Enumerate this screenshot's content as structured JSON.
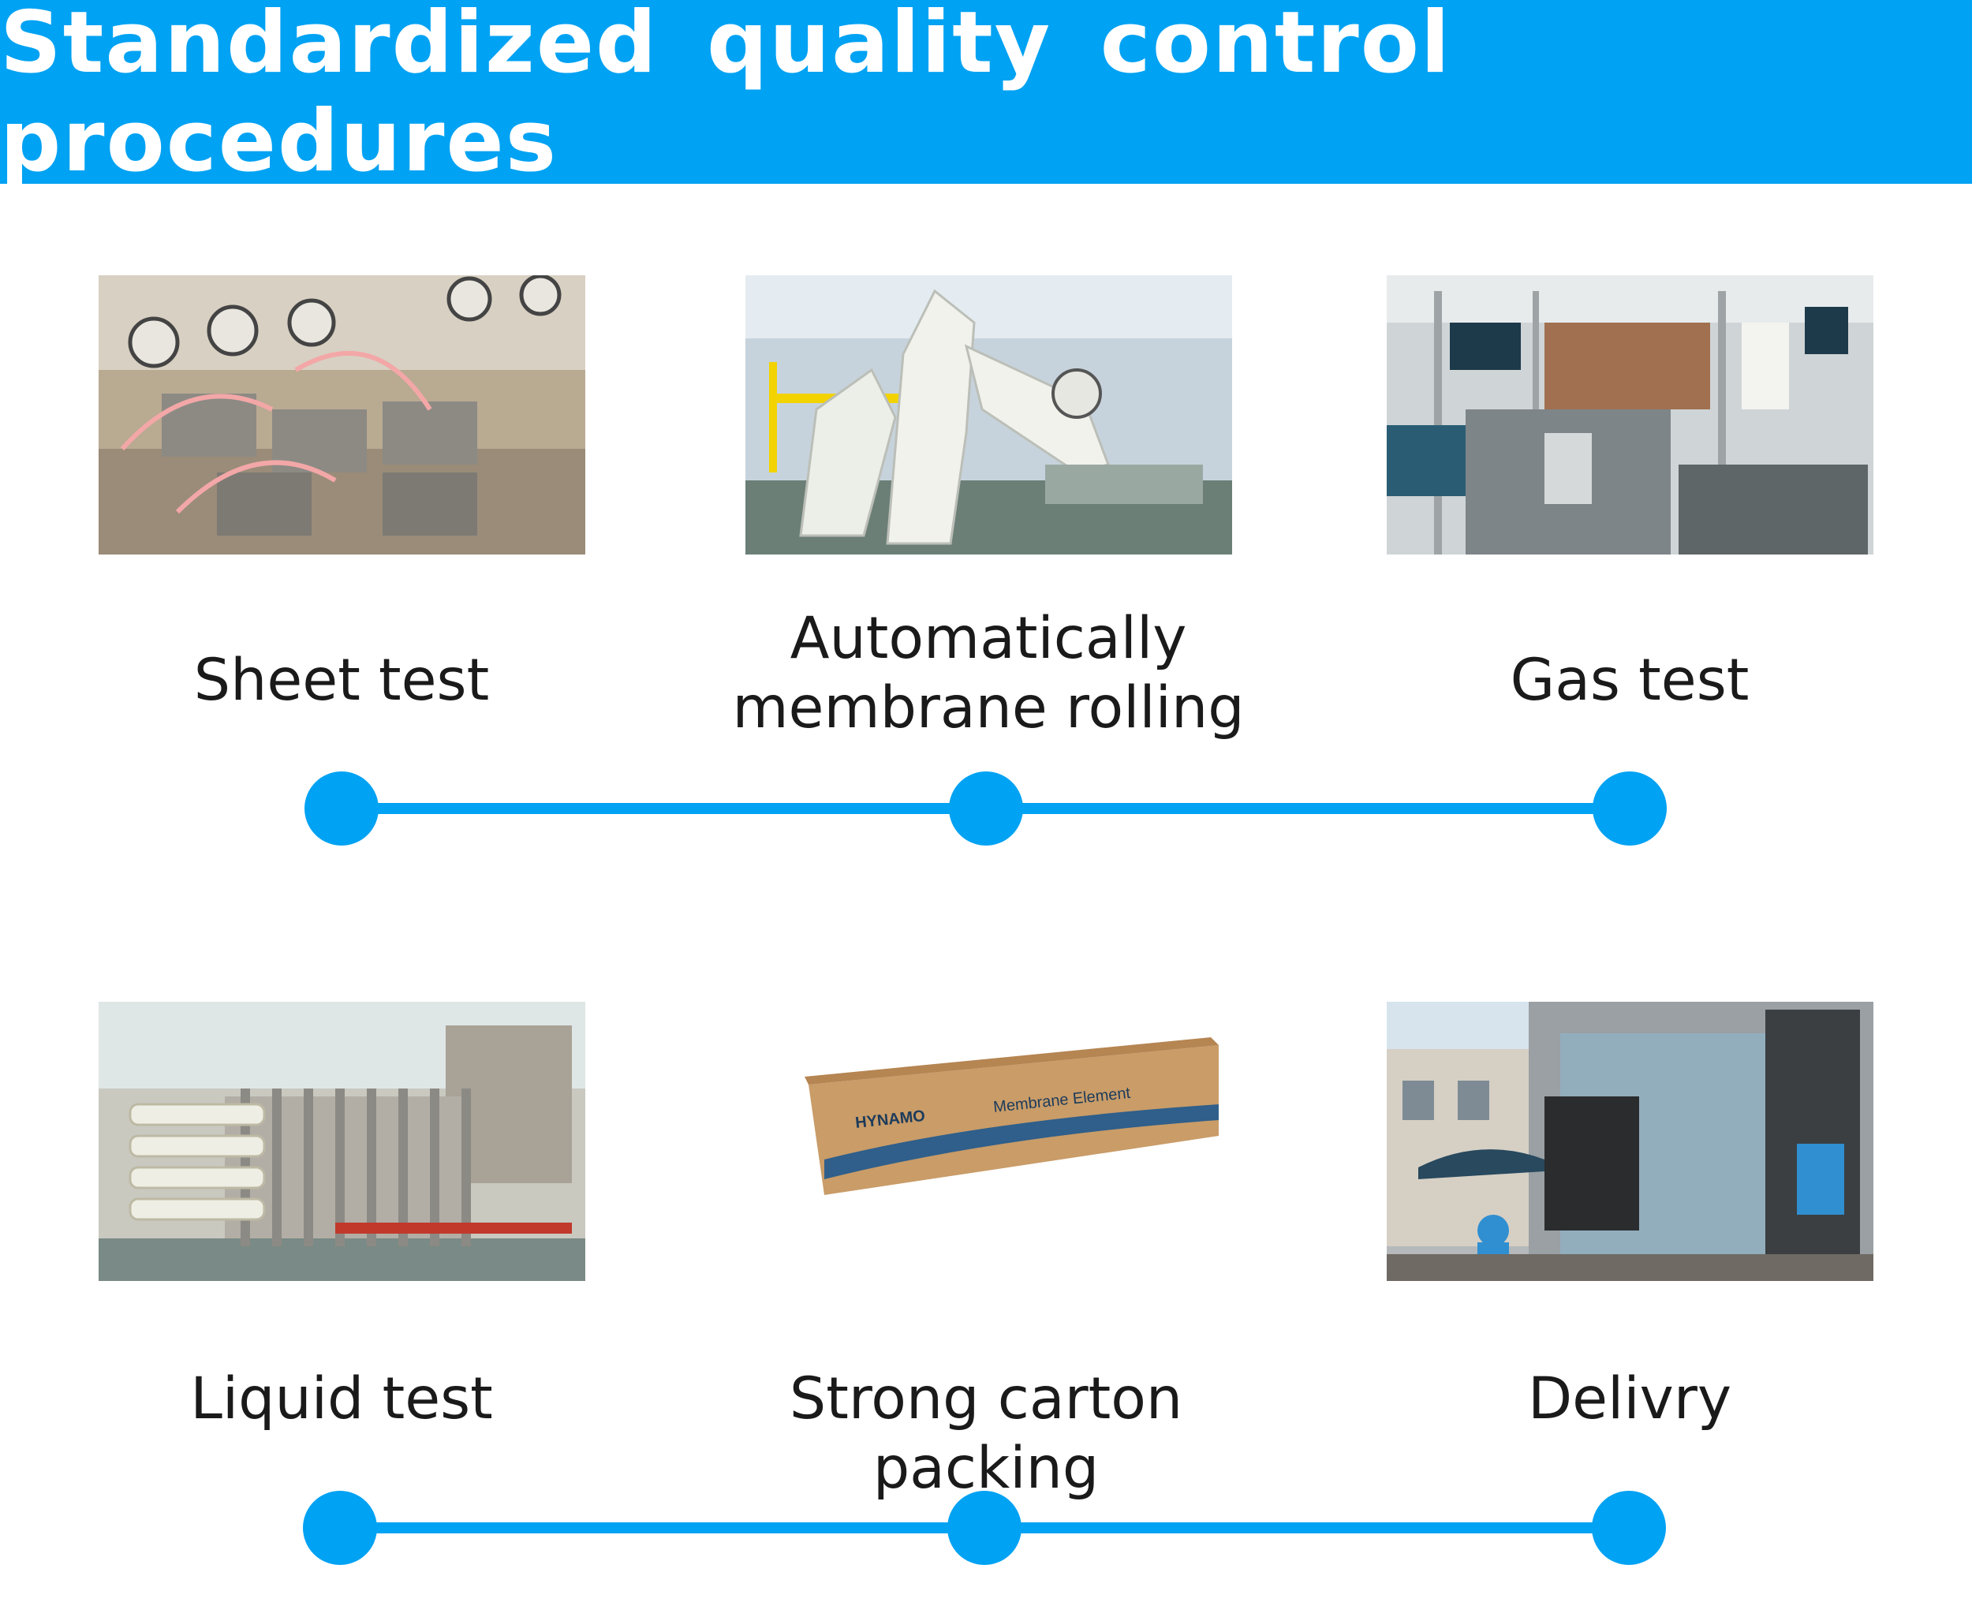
{
  "header": {
    "title": "Standardized  quality  control  procedures"
  },
  "rows": [
    {
      "steps": [
        {
          "label": "Sheet test",
          "image": "pressure-gauge-test-rig"
        },
        {
          "label": "Automatically membrane rolling",
          "image": "robot-arm"
        },
        {
          "label": "Gas test",
          "image": "test-machine"
        }
      ]
    },
    {
      "steps": [
        {
          "label": "Liquid test",
          "image": "membrane-vessel-test-rack"
        },
        {
          "label": "Strong carton packing",
          "image": "membrane-carton-box"
        },
        {
          "label": "Delivry",
          "image": "forklift-container-loading"
        }
      ]
    }
  ],
  "carton": {
    "brand": "HYNAMO",
    "product": "Membrane Element"
  },
  "colors": {
    "accent": "#00a2f3",
    "text": "#1a1a1a",
    "background": "#ffffff"
  }
}
